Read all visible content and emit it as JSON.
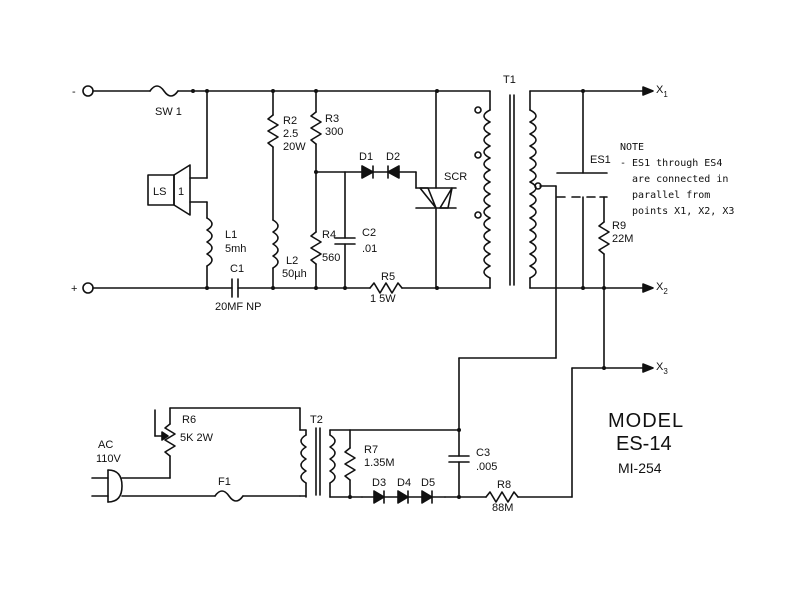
{
  "labels": {
    "neg": "-",
    "pos": "+",
    "sw1": "SW 1",
    "ls": "LS",
    "ls_pin": "1",
    "l1": "L1",
    "l1_val": "5mh",
    "c1": "C1",
    "c1_val": "20MF NP",
    "r2": "R2",
    "r2_val": "2.5",
    "r2_w": "20W",
    "l2": "L2",
    "l2_val": "50µh",
    "r3": "R3",
    "r3_val": "300",
    "r4": "R4",
    "r4_val": "560",
    "c2": "C2",
    "c2_val": ".01",
    "d1": "D1",
    "d2": "D2",
    "scr": "SCR",
    "r5": "R5",
    "r5_val": "1   5W",
    "t1": "T1",
    "es1": "ES1",
    "r9": "R9",
    "r9_val": "22M",
    "x": "X",
    "x1_sub": "1",
    "x2_sub": "2",
    "x3_sub": "3",
    "r6": "R6",
    "r6_val": "5K 2W",
    "ac": "AC",
    "ac_v": "110V",
    "f1": "F1",
    "t2": "T2",
    "r7": "R7",
    "r7_val": "1.35M",
    "d3": "D3",
    "d4": "D4",
    "d5": "D5",
    "c3": "C3",
    "c3_val": ".005",
    "r8": "R8",
    "r8_val": "88M"
  },
  "note": "NOTE\n- ES1 through ES4\n  are connected in\n  parallel from\n  points X1, X2, X3",
  "model": {
    "title": "MODEL",
    "name": "ES-14",
    "part": "MI-254"
  }
}
